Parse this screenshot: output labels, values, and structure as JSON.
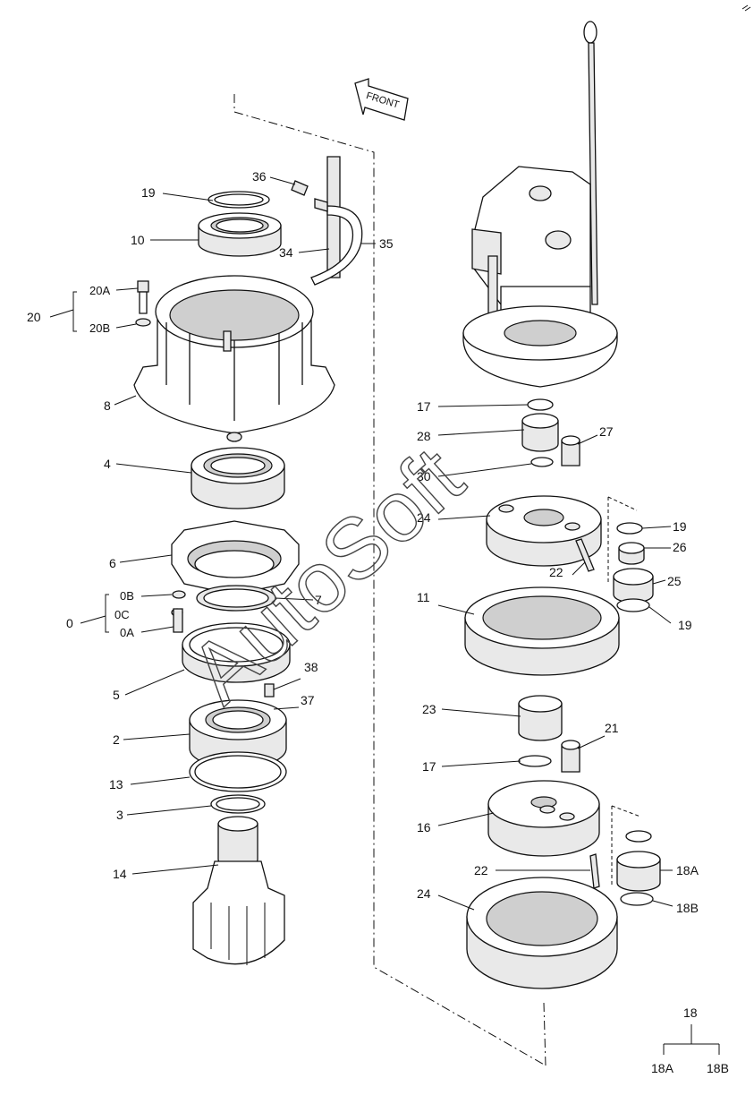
{
  "front_label": "FRONT",
  "watermark": "AutoSoft",
  "callouts": {
    "c19a": "19",
    "c36": "36",
    "c10": "10",
    "c34": "34",
    "c35": "35",
    "c20": "20",
    "c20a": "20A",
    "c20b": "20B",
    "c8": "8",
    "c4": "4",
    "c6": "6",
    "c7": "7",
    "c0": "0",
    "c0b": "0B",
    "c0c": "0C",
    "c0a": "0A",
    "c5": "5",
    "c38": "38",
    "c37": "37",
    "c2": "2",
    "c13": "13",
    "c3": "3",
    "c14": "14",
    "c17a": "17",
    "c28": "28",
    "c27": "27",
    "c30": "30",
    "c24a": "24",
    "c19b": "19",
    "c26": "26",
    "c22a": "22",
    "c25": "25",
    "c11": "11",
    "c19c": "19",
    "c23": "23",
    "c21": "21",
    "c17b": "17",
    "c16": "16",
    "c22b": "22",
    "c18a": "18A",
    "c24b": "24",
    "c18b": "18B"
  },
  "legend": {
    "parent": "18",
    "child_a": "18A",
    "child_b": "18B"
  }
}
